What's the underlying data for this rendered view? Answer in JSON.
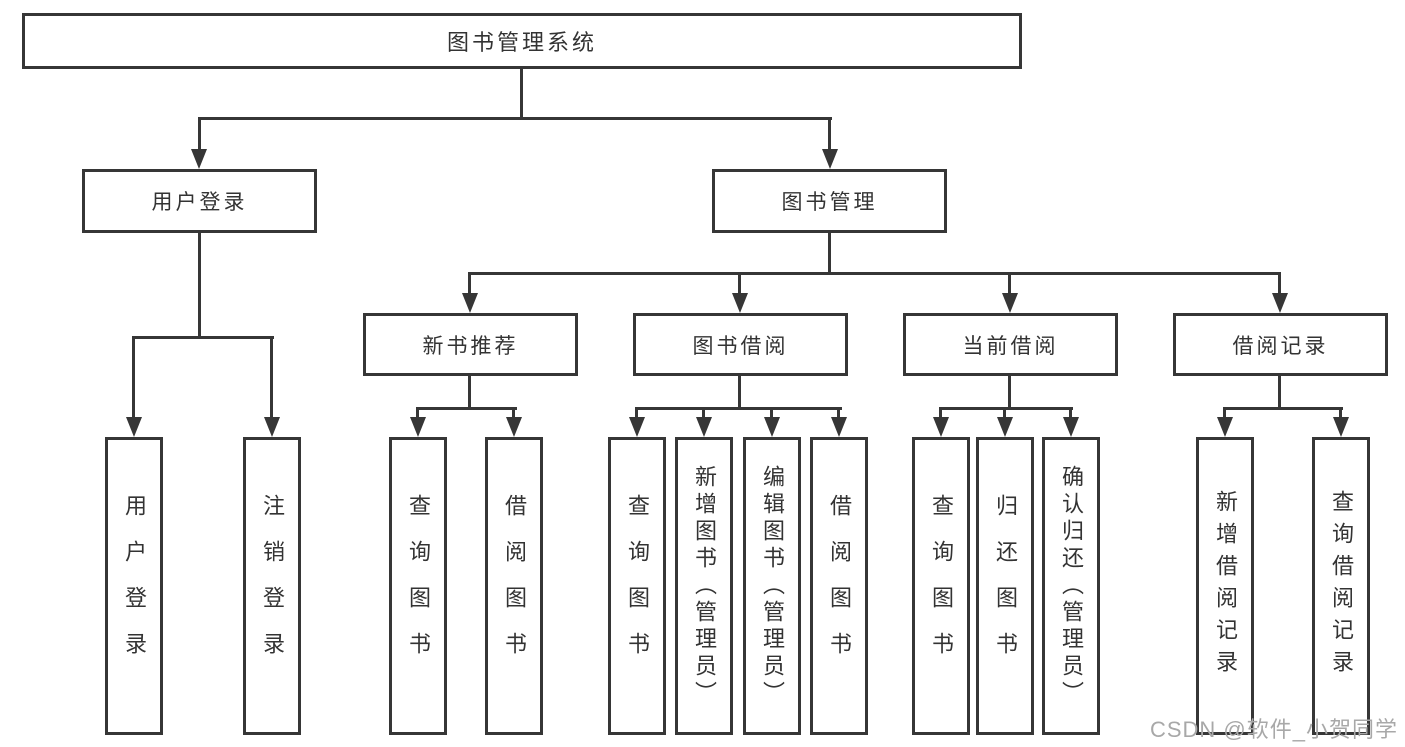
{
  "tree": {
    "label": "图书管理系统",
    "children": [
      {
        "label": "用户登录",
        "children": [
          {
            "label": "用户登录"
          },
          {
            "label": "注销登录"
          }
        ]
      },
      {
        "label": "图书管理",
        "children": [
          {
            "label": "新书推荐",
            "children": [
              {
                "label": "查询图书"
              },
              {
                "label": "借阅图书"
              }
            ]
          },
          {
            "label": "图书借阅",
            "children": [
              {
                "label": "查询图书"
              },
              {
                "label": "新增图书（管理员）"
              },
              {
                "label": "编辑图书（管理员）"
              },
              {
                "label": "借阅图书"
              }
            ]
          },
          {
            "label": "当前借阅",
            "children": [
              {
                "label": "查询图书"
              },
              {
                "label": "归还图书"
              },
              {
                "label": "确认归还（管理员）"
              }
            ]
          },
          {
            "label": "借阅记录",
            "children": [
              {
                "label": "新增借阅记录"
              },
              {
                "label": "查询借阅记录"
              }
            ]
          }
        ]
      }
    ]
  },
  "watermark": "CSDN @软件_小贺同学",
  "colors": {
    "line": "#363636",
    "text": "#333333",
    "watermark": "#a8a8a8",
    "background": "#ffffff"
  }
}
